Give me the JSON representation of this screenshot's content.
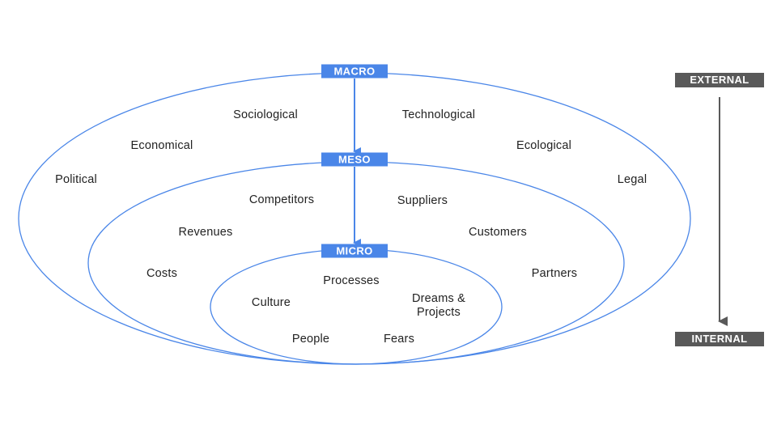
{
  "levels": {
    "macro": "MACRO",
    "meso": "MESO",
    "micro": "MICRO"
  },
  "scale": {
    "top": "EXTERNAL",
    "bottom": "INTERNAL"
  },
  "macro_factors": [
    "Political",
    "Economical",
    "Sociological",
    "Technological",
    "Ecological",
    "Legal"
  ],
  "meso_factors": [
    "Competitors",
    "Suppliers",
    "Revenues",
    "Customers",
    "Costs",
    "Partners"
  ],
  "micro_factors": [
    "Processes",
    "Culture",
    "Dreams & Projects",
    "People",
    "Fears"
  ],
  "colors": {
    "accent": "#4a86e8",
    "scale_bg": "#595959",
    "scale_arrow": "#595959"
  }
}
